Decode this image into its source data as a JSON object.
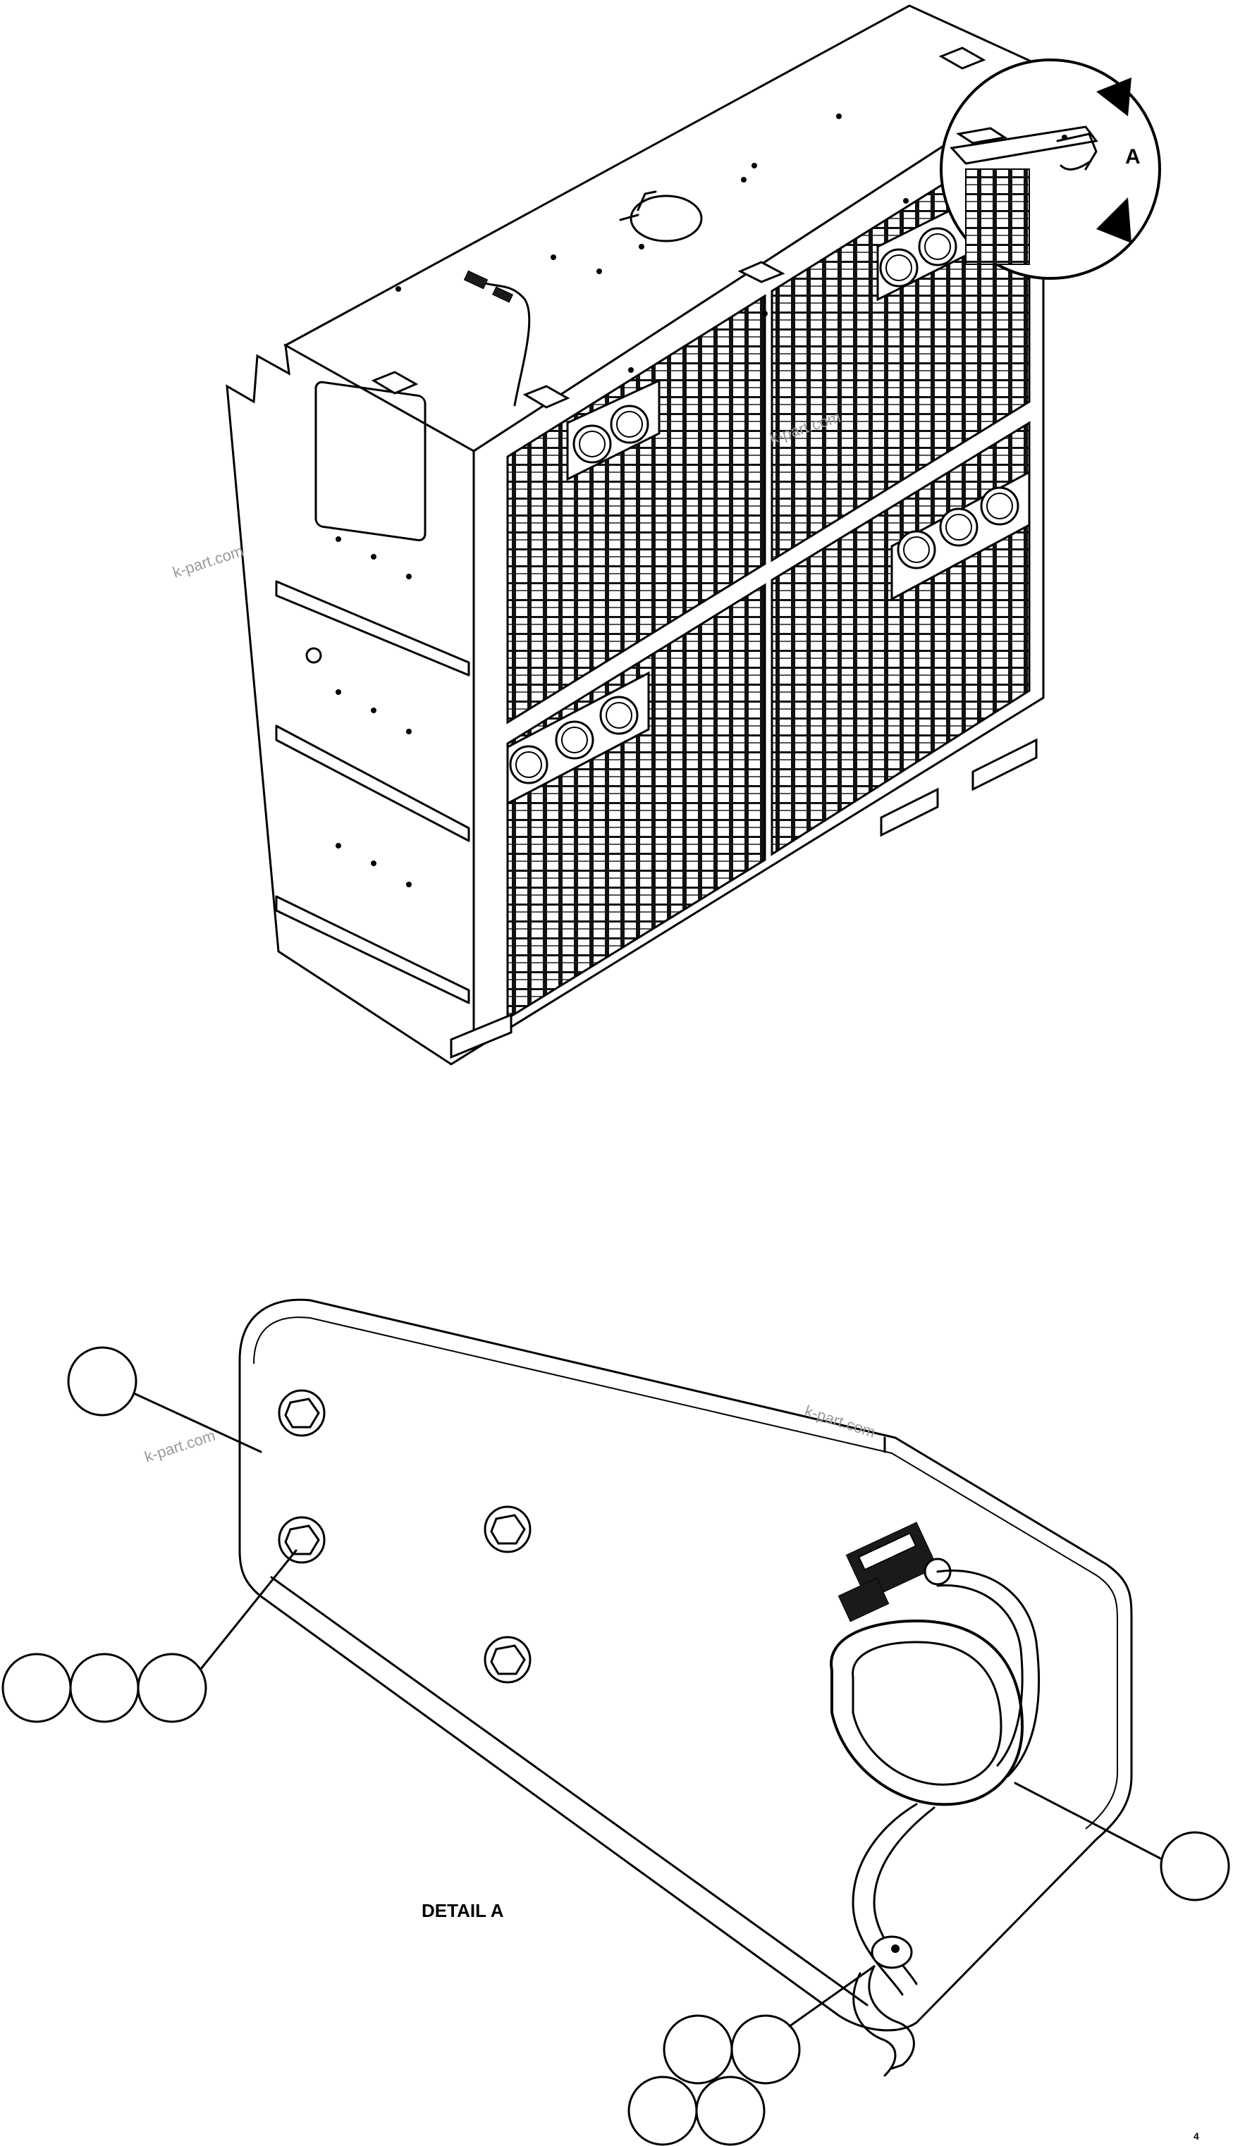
{
  "detail_marker": "A",
  "detail_label": "DETAIL A",
  "watermark": "k-part.com",
  "page_mark": "4"
}
